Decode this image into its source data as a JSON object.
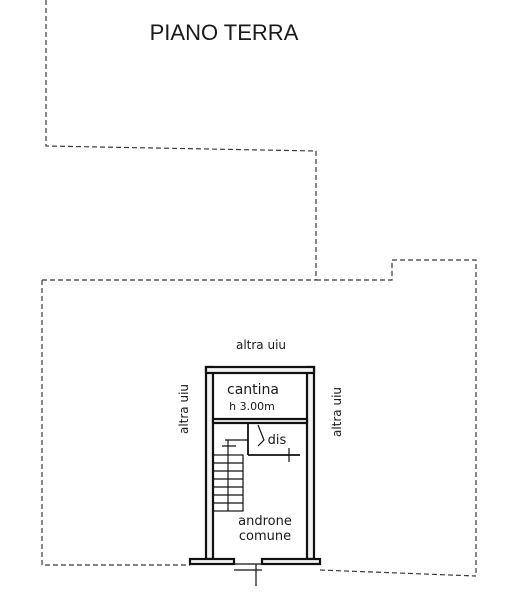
{
  "title": "PIANO TERRA",
  "labels": {
    "top_neighbor": "altra uiu",
    "left_neighbor": "altra uiu",
    "right_neighbor": "altra uiu",
    "cellar": "cantina",
    "cellar_height": "h 3.00m",
    "closet": "dis",
    "lobby_line1": "androne",
    "lobby_line2": "comune"
  },
  "colors": {
    "ink": "#111111",
    "boundary": "#3a3a3a",
    "wall_fill": "#f2f2f2"
  }
}
